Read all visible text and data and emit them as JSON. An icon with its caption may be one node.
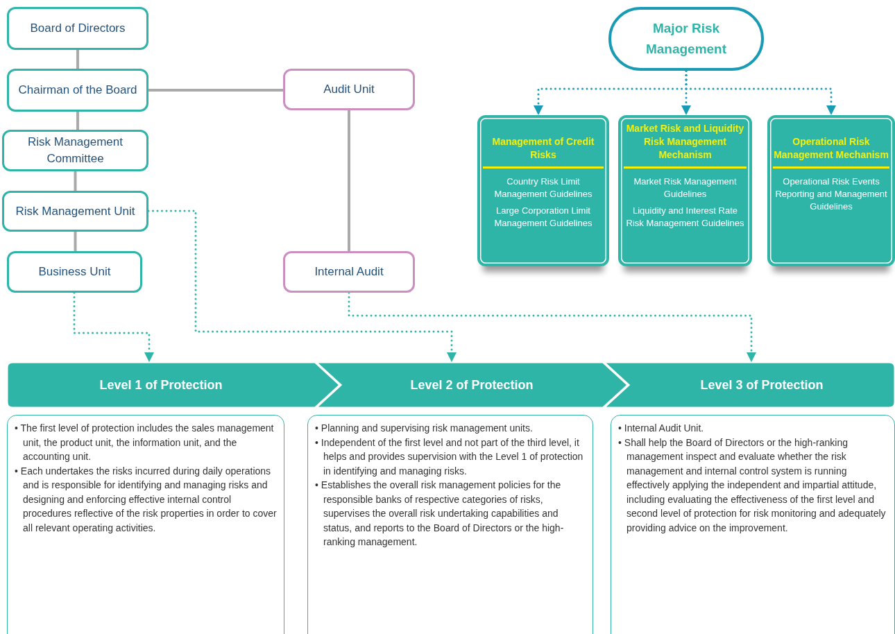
{
  "diagram": {
    "nodes": [
      {
        "text": [
          "Board of Directors"
        ]
      },
      {
        "text": [
          "Chairman of the Board"
        ]
      },
      {
        "text": [
          "Risk Management Committee"
        ]
      },
      {
        "text": [
          "Risk Management Unit"
        ]
      },
      {
        "text": [
          "Business Unit"
        ]
      },
      {
        "text": [
          "Audit Unit"
        ]
      },
      {
        "text": [
          "Internal Audit"
        ]
      },
      {
        "text": [
          "Major Risk Management"
        ]
      },
      {
        "text": [
          "Management of Credit Risks",
          "Country Risk Limit Management Guidelines",
          "Large Corporation Limit Management Guidelines"
        ]
      },
      {
        "text": [
          "Market Risk and Liquidity Risk Management Mechanism",
          "Market Risk Management Guidelines",
          "Liquidity and Interest Rate Risk Management Guidelines"
        ]
      },
      {
        "text": [
          "Operational Risk Management Mechanism",
          "Operational Risk Events Reporting and Management Guidelines"
        ]
      },
      {
        "text": [
          "Level 1 of Protection"
        ]
      },
      {
        "text": [
          "Level 2 of Protection"
        ]
      },
      {
        "text": [
          "Level 3 of Protection"
        ]
      },
      {
        "text": [
          "• The first level of protection includes the sales management unit, the product unit, the information unit, and the accounting unit.",
          "• Each undertakes the risks incurred during daily operations and is responsible for identifying and managing risks and designing and enforcing effective internal control procedures reflective of the risk properties in order to cover all relevant operating activities."
        ]
      },
      {
        "text": [
          "• Planning and supervising risk management units.",
          "• Independent of the first level and not part of the third level, it helps and provides supervision with the Level 1 of protection in identifying and managing risks.",
          "• Establishes the overall risk management policies for the responsible banks of respective categories of risks, supervises the overall risk undertaking capabilities and status, and reports to the Board of Directors or the high-ranking management."
        ]
      },
      {
        "text": [
          "• Internal Audit Unit.",
          "• Shall help the Board of Directors or the high-ranking management inspect and evaluate whether the risk management and internal control system is running effectively applying the independent and impartial attitude, including evaluating the effectiveness of the first level and second level of protection for risk monitoring and adequately providing advice on the improvement."
        ]
      }
    ],
    "edges": [
      {
        "from": 0,
        "to": 1,
        "arrow": "none"
      },
      {
        "from": 1,
        "to": 2,
        "arrow": "none"
      },
      {
        "from": 2,
        "to": 3,
        "arrow": "none"
      },
      {
        "from": 3,
        "to": 4,
        "arrow": "none"
      },
      {
        "from": 1,
        "to": 5,
        "arrow": "none"
      },
      {
        "from": 5,
        "to": 6,
        "arrow": "none"
      },
      {
        "from": 7,
        "to": 8,
        "arrow": "to",
        "style": "dashed",
        "color": "#1a9bb5"
      },
      {
        "from": 7,
        "to": 9,
        "arrow": "to",
        "style": "dashed",
        "color": "#1a9bb5"
      },
      {
        "from": 7,
        "to": 10,
        "arrow": "to",
        "style": "dashed",
        "color": "#1a9bb5"
      },
      {
        "from": 4,
        "to": 11,
        "arrow": "to",
        "style": "dashed",
        "color": "#2fb5a8"
      },
      {
        "from": 3,
        "to": 12,
        "arrow": "to",
        "style": "dashed",
        "color": "#2fb5a8"
      },
      {
        "from": 6,
        "to": 13,
        "arrow": "to",
        "style": "dashed",
        "color": "#2fb5a8"
      }
    ]
  }
}
